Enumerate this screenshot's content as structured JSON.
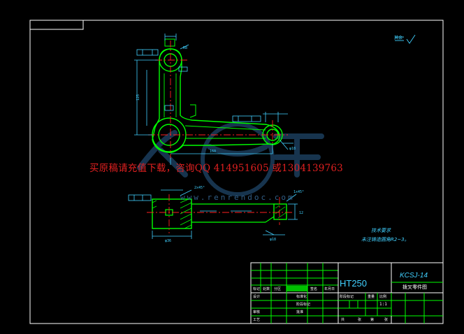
{
  "title_block": {
    "material": "HT250",
    "drawing_number": "KCSJ-14",
    "part_name": "拨叉零件图",
    "scale": "1:1"
  },
  "notes": {
    "heading": "技术要求",
    "line1": "未注铸造圆角R2~3。",
    "roughness_other": "其余"
  },
  "watermark": {
    "text": "买原稿请充值下载，咨询QQ 414951605 或1304139763",
    "url": "www.renrendoc.com"
  },
  "colors": {
    "background": "#000000",
    "frame": "#ffffff",
    "outline": "#00ff00",
    "centerline": "#ff2020",
    "dimension": "#40d0ff",
    "watermark_red": "#e02020",
    "watermark_blue": "#2a5f8f"
  }
}
